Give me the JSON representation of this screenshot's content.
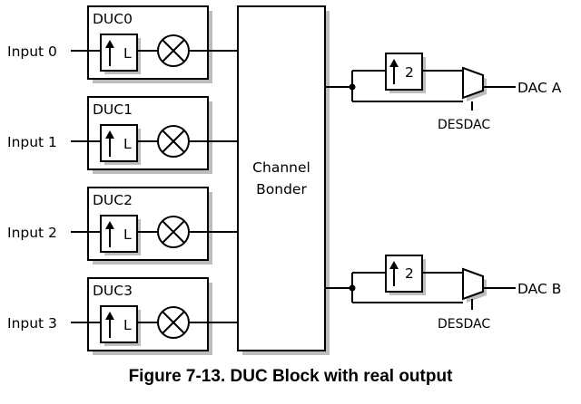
{
  "duc_blocks": [
    {
      "name": "DUC0",
      "input_label": "Input 0",
      "upsample_label": "L"
    },
    {
      "name": "DUC1",
      "input_label": "Input 1",
      "upsample_label": "L"
    },
    {
      "name": "DUC2",
      "input_label": "Input 2",
      "upsample_label": "L"
    },
    {
      "name": "DUC3",
      "input_label": "Input 3",
      "upsample_label": "L"
    }
  ],
  "channel_bonder": {
    "line1": "Channel",
    "line2": "Bonder"
  },
  "dac_paths": [
    {
      "upsample_label": "2",
      "mux_label": "DESDAC",
      "output_label": "DAC A"
    },
    {
      "upsample_label": "2",
      "mux_label": "DESDAC",
      "output_label": "DAC B"
    }
  ],
  "caption": "Figure 7-13. DUC Block with real output"
}
